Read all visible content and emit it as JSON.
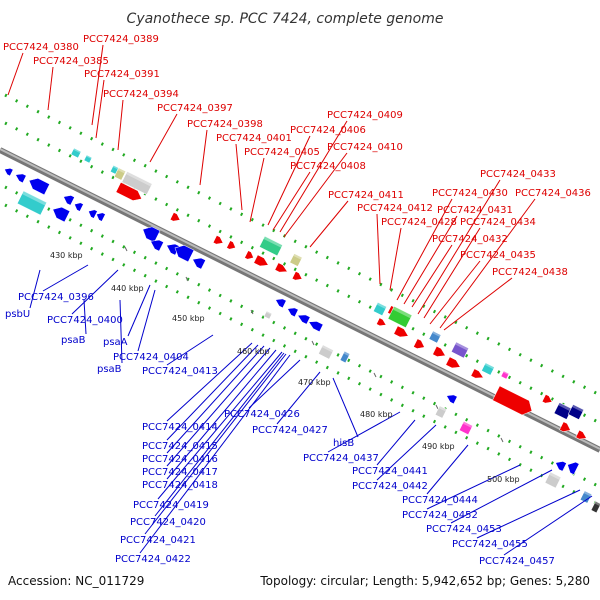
{
  "title": "Cyanothece sp. PCC 7424, complete genome",
  "accession_text": "Accession: NC_011729",
  "summary_text": "Topology: circular; Length: 5,942,652 bp; Genes: 5,280",
  "colors": {
    "plus_label": "#dd0000",
    "minus_label": "#0000cc",
    "backbone": "#888888",
    "dot_ring": "#22aa22"
  },
  "scale_ticks": [
    "430 kbp",
    "440 kbp",
    "450 kbp",
    "460 kbp",
    "470 kbp",
    "480 kbp",
    "490 kbp",
    "500 kbp"
  ],
  "plus_labels": [
    "PCC7424_0380",
    "PCC7424_0385",
    "PCC7424_0389",
    "PCC7424_0391",
    "PCC7424_0394",
    "PCC7424_0397",
    "PCC7424_0398",
    "PCC7424_0401",
    "PCC7424_0405",
    "PCC7424_0406",
    "PCC7424_0408",
    "PCC7424_0409",
    "PCC7424_0410",
    "PCC7424_0411",
    "PCC7424_0412",
    "PCC7424_0428",
    "PCC7424_0430",
    "PCC7424_0431",
    "PCC7424_0432",
    "PCC7424_0433",
    "PCC7424_0434",
    "PCC7424_0435",
    "PCC7424_0436",
    "PCC7424_0438"
  ],
  "minus_labels": [
    "PCC7424_0396",
    "psbU",
    "PCC7424_0400",
    "psaB",
    "psaA",
    "PCC7424_0404",
    "psaB",
    "PCC7424_0413",
    "PCC7424_0414",
    "PCC7424_0415",
    "PCC7424_0416",
    "PCC7424_0417",
    "PCC7424_0418",
    "PCC7424_0419",
    "PCC7424_0420",
    "PCC7424_0421",
    "PCC7424_0422",
    "PCC7424_0426",
    "PCC7424_0427",
    "hisB",
    "PCC7424_0437",
    "PCC7424_0441",
    "PCC7424_0442",
    "PCC7424_0444",
    "PCC7424_0452",
    "PCC7424_0453",
    "PCC7424_0455",
    "PCC7424_0457"
  ]
}
